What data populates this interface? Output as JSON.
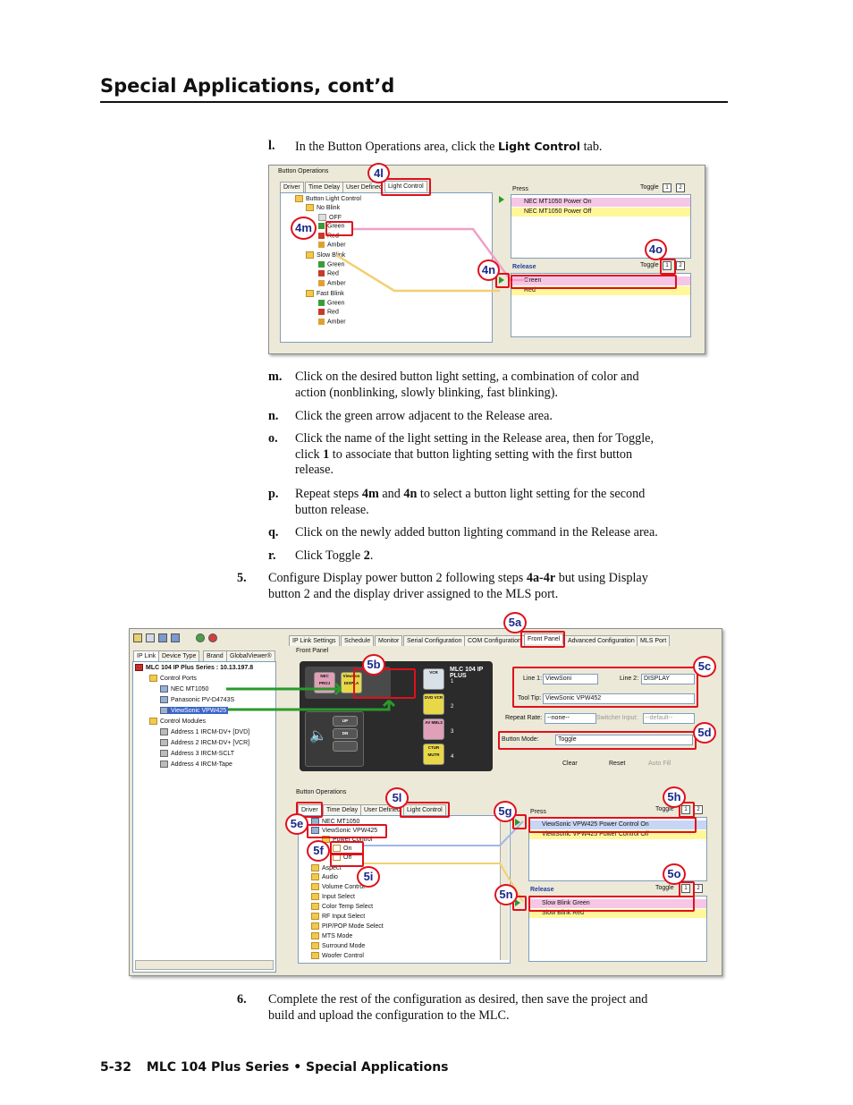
{
  "header": {
    "title": "Special Applications, cont’d"
  },
  "steps_top": [
    {
      "label": "l.",
      "pre": "In the Button Operations area, click the ",
      "bold": "Light Control",
      "post": " tab."
    }
  ],
  "steps_mid": [
    {
      "label": "m.",
      "line1": "Click on the desired button light setting, a combination of color and",
      "line2": "action (nonblinking, slowly blinking, fast blinking)."
    },
    {
      "label": "n.",
      "line1": "Click the green arrow adjacent to the Release area."
    },
    {
      "label": "o.",
      "line1": "Click the name of the light setting in the Release area, then for Toggle,",
      "line2_pre": "click ",
      "line2_bold": "1",
      "line2_post": " to associate that button lighting setting with the first button",
      "line3": "release."
    },
    {
      "label": "p.",
      "line1_pre": "Repeat steps ",
      "b1": "4m",
      "mid": " and ",
      "b2": "4n",
      "line1_post": " to select a button light setting for the second",
      "line2": "button release."
    },
    {
      "label": "q.",
      "line1": "Click on the newly added button lighting command in the Release area."
    },
    {
      "label": "r.",
      "line1_pre": "Click Toggle ",
      "b1": "2",
      "line1_post": "."
    }
  ],
  "step5": {
    "label": "5.",
    "line1_pre": "Configure Display power button 2 following steps ",
    "b1": "4a",
    "dash": "-",
    "b2": "4r",
    "line1_post": " but using Display",
    "line2": "button 2 and the display driver assigned to the MLS port."
  },
  "step6": {
    "label": "6.",
    "line1": "Complete the rest of the configuration as desired, then save the project and",
    "line2": "build and upload the configuration to the MLC."
  },
  "footer": {
    "page": "5-32",
    "text": "MLC 104 Plus Series • Special Applications"
  },
  "shot1": {
    "group": "Button Operations",
    "tabs": [
      "Driver",
      "Time Delay",
      "User Defined",
      "Light Control"
    ],
    "tree": [
      "Button Light Control",
      "No Blink",
      "OFF",
      "Green",
      "Red",
      "Amber",
      "Slow Blink",
      "Green",
      "Red",
      "Amber",
      "Fast Blink",
      "Green",
      "Red",
      "Amber"
    ],
    "press_label": "Press",
    "press_items": [
      "NEC MT1050 Power On",
      "NEC MT1050 Power Off"
    ],
    "release_label": "Release",
    "release_items": [
      "Green",
      "Red"
    ],
    "toggle": "Toggle",
    "t1": "1",
    "t2": "2",
    "callouts": {
      "l": "4l",
      "m": "4m",
      "n": "4n",
      "o": "4o"
    }
  },
  "shot2": {
    "left_tabs": [
      "IP Link",
      "Device Type",
      "Brand",
      "GlobalViewer®"
    ],
    "device_title": "MLC 104 IP Plus Series : 10.13.197.8",
    "control_ports": "Control Ports",
    "ports": [
      "NEC MT1050",
      "Panasonic PV-D4743S",
      "ViewSonic VPW425"
    ],
    "control_modules": "Control Modules",
    "modules": [
      "Address 1 IRCM-DV+ [DVD]",
      "Address 2 IRCM-DV+ [VCR]",
      "Address 3 IRCM-SCLT",
      "Address 4 IRCM-Tape"
    ],
    "top_tabs": [
      "IP Link Settings",
      "Schedule",
      "Monitor",
      "Serial Configuration",
      "COM Configuration",
      "Front Panel",
      "Advanced Configuration",
      "MLS Port"
    ],
    "front_panel": "Front Panel",
    "device_name": "MLC 104 IP PLUS",
    "btn_labels": [
      "NEC PROJ",
      "ViewSon DISPLA",
      "VCR",
      "DVD VCR",
      "AV MBL3",
      "CTUR MUTR"
    ],
    "btn_nums": [
      "1",
      "2",
      "3",
      "4"
    ],
    "up": "UP",
    "dn": "DN",
    "line1_label": "Line 1:",
    "line1_value": "ViewSoni",
    "line2_label": "Line 2:",
    "line2_value": "DISPLAY",
    "tooltip_label": "Tool Tip:",
    "tooltip_value": "ViewSonic VPW452",
    "repeat_label": "Repeat Rate:",
    "repeat_value": "--none--",
    "switcher_label": "Switcher Input:",
    "switcher_value": "--default--",
    "mode_label": "Button Mode:",
    "mode_value": "Toggle",
    "clear": "Clear",
    "reset": "Reset",
    "autofill": "Auto Fill",
    "group": "Button Operations",
    "bo_tabs": [
      "Driver",
      "Time Delay",
      "User Defined",
      "Light Control"
    ],
    "tree": [
      "NEC MT1050",
      "ViewSonic VPW425",
      "Power Control",
      "On",
      "Off",
      "Aspect",
      "Audio",
      "Volume Control",
      "Input Select",
      "Color Temp Select",
      "RF Input Select",
      "PIP/POP Mode Select",
      "MTS Mode",
      "Surround Mode",
      "Woofer Control"
    ],
    "press_label": "Press",
    "press_items": [
      "ViewSonic VPW425 Power Control On",
      "ViewSonic VPW425 Power Control Off"
    ],
    "release_label": "Release",
    "release_items": [
      "Slow Blink Green",
      "Slow Blink Red"
    ],
    "toggle": "Toggle",
    "t1": "1",
    "t2": "2",
    "callouts": {
      "a": "5a",
      "b": "5b",
      "c": "5c",
      "d": "5d",
      "e": "5e",
      "f": "5f",
      "g": "5g",
      "h": "5h",
      "i": "5i",
      "l": "5l",
      "n": "5n",
      "o": "5o"
    }
  }
}
